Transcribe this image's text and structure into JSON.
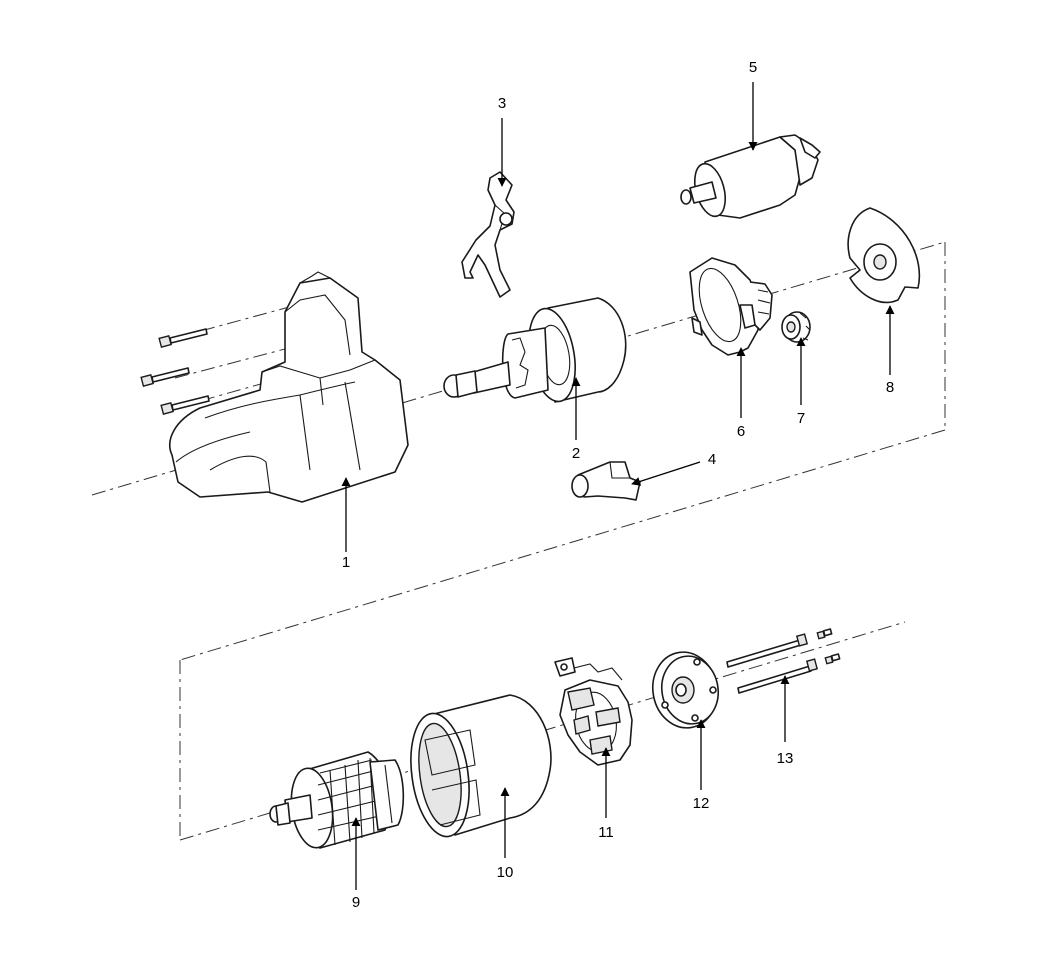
{
  "callouts": [
    {
      "id": "1",
      "label": "1"
    },
    {
      "id": "2",
      "label": "2"
    },
    {
      "id": "3",
      "label": "3"
    },
    {
      "id": "4",
      "label": "4"
    },
    {
      "id": "5",
      "label": "5"
    },
    {
      "id": "6",
      "label": "6"
    },
    {
      "id": "7",
      "label": "7"
    },
    {
      "id": "8",
      "label": "8"
    },
    {
      "id": "9",
      "label": "9"
    },
    {
      "id": "10",
      "label": "10"
    },
    {
      "id": "11",
      "label": "11"
    },
    {
      "id": "12",
      "label": "12"
    },
    {
      "id": "13",
      "label": "13"
    }
  ],
  "colors": {
    "line": "#1a1a1a",
    "fill": "#ffffff",
    "shade": "#e6e6e6"
  }
}
